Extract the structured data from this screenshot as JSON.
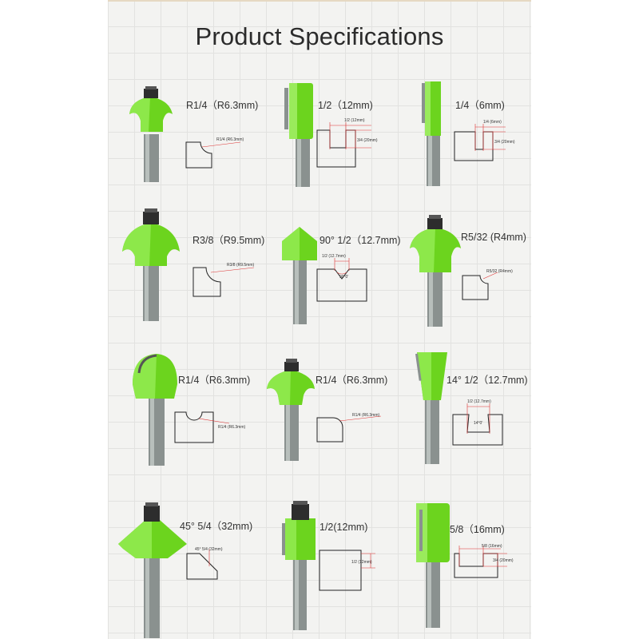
{
  "title": "Product Specifications",
  "items": [
    {
      "label": "R1/4（R6.3mm)",
      "dim1": "R1/4 (R6.3mm)",
      "dim2": ""
    },
    {
      "label": "1/2（12mm)",
      "dim1": "1/2 (12mm)",
      "dim2": "3/4 (20mm)"
    },
    {
      "label": "1/4（6mm)",
      "dim1": "1/4 (6mm)",
      "dim2": "3/4 (20mm)"
    },
    {
      "label": "R3/8（R9.5mm)",
      "dim1": "R3/8 (R9.5mm)",
      "dim2": ""
    },
    {
      "label": "90° 1/2（12.7mm)",
      "dim1": "1/2 (12.7mm)",
      "dim2": "90°0'"
    },
    {
      "label": "R5/32 (R4mm)",
      "dim1": "R5/32 (R4mm)",
      "dim2": ""
    },
    {
      "label": "R1/4（R6.3mm)",
      "dim1": "R1/4 (R6.3mm)",
      "dim2": ""
    },
    {
      "label": "R1/4（R6.3mm)",
      "dim1": "R1/4 (R6.3mm)",
      "dim2": ""
    },
    {
      "label": "14° 1/2（12.7mm)",
      "dim1": "1/2 (12.7mm)",
      "dim2": "14°0'"
    },
    {
      "label": "45° 5/4（32mm)",
      "dim1": "45° 5/4  (32mm)",
      "dim2": ""
    },
    {
      "label": "1/2(12mm)",
      "dim1": "1/2 (12mm)",
      "dim2": ""
    },
    {
      "label": "5/8（16mm)",
      "dim1": "5/8 (16mm)",
      "dim2": "3/4 (20mm)"
    }
  ]
}
